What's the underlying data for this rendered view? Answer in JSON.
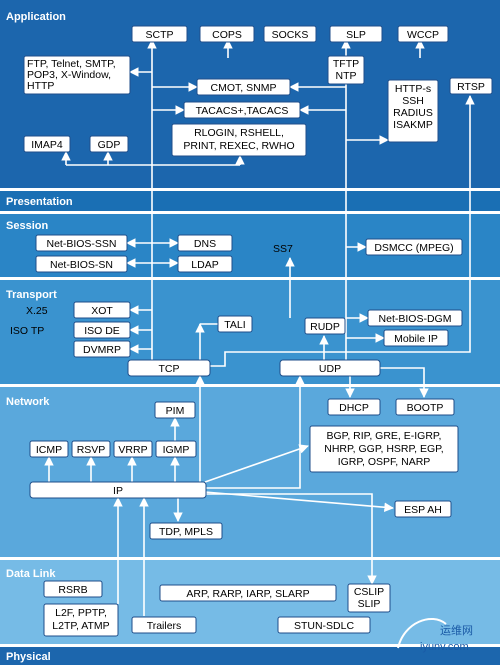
{
  "layers": {
    "application": "Application",
    "presentation": "Presentation",
    "session": "Session",
    "transport": "Transport",
    "network": "Network",
    "datalink": "Data Link",
    "physical": "Physical"
  },
  "protocols": {
    "sctp": "SCTP",
    "cops": "COPS",
    "socks": "SOCKS",
    "slp": "SLP",
    "wccp": "WCCP",
    "ftp_group": [
      "FTP, Telnet, SMTP,",
      "POP3, X-Window,",
      "HTTP"
    ],
    "tftp_ntp": [
      "TFTP",
      "NTP"
    ],
    "cmot_snmp": "CMOT, SNMP",
    "tacacs": "TACACS+,TACACS",
    "http_s_group": [
      "HTTP-s",
      "SSH",
      "RADIUS",
      "ISAKMP"
    ],
    "rtsp": "RTSP",
    "imap4": "IMAP4",
    "gdp": "GDP",
    "rlogin_group": [
      "RLOGIN, RSHELL,",
      "PRINT, REXEC, RWHO"
    ],
    "netbios_ssn": "Net-BIOS-SSN",
    "dns": "DNS",
    "ss7": "SS7",
    "dsmcc": "DSMCC (MPEG)",
    "netbios_sn": "Net-BIOS-SN",
    "ldap": "LDAP",
    "x25": "X.25",
    "xot": "XOT",
    "tali": "TALI",
    "rudp": "RUDP",
    "netbios_dgm": "Net-BIOS-DGM",
    "iso_tp": "ISO TP",
    "iso_de": "ISO DE",
    "mobile_ip": "Mobile IP",
    "dvmrp": "DVMRP",
    "tcp": "TCP",
    "udp": "UDP",
    "dhcp": "DHCP",
    "bootp": "BOOTP",
    "pim": "PIM",
    "bgp_group": [
      "BGP, RIP, GRE, E-IGRP,",
      "NHRP, GGP, HSRP, EGP,",
      "IGRP, OSPF, NARP"
    ],
    "icmp": "ICMP",
    "rsvp": "RSVP",
    "vrrp": "VRRP",
    "igmp": "IGMP",
    "ip": "IP",
    "esp_ah": "ESP AH",
    "tdp_mpls": "TDP, MPLS",
    "rsrb": "RSRB",
    "arp_group": "ARP, RARP, IARP, SLARP",
    "cslip_slip": [
      "CSLIP",
      "SLIP"
    ],
    "l2f_group": [
      "L2F, PPTP,",
      "L2TP, ATMP"
    ],
    "trailers": "Trailers",
    "stun_sdlc": "STUN-SDLC"
  },
  "watermark": {
    "cn": "运维网",
    "url": "iyunv.com"
  },
  "colors": {
    "application": "#1c66ad",
    "presentation": "#1a6fb4",
    "session": "#2a85c6",
    "transport": "#3a93cf",
    "network": "#5aa8dc",
    "datalink": "#76bbe6",
    "physical": "#1c66ad",
    "box_border": "#1f4e8a"
  }
}
